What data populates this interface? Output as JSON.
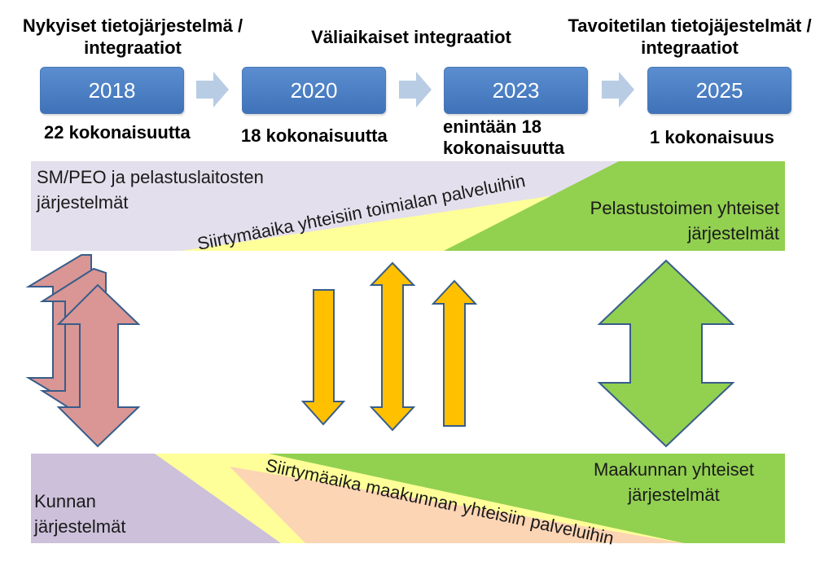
{
  "headings": {
    "current": "Nykyiset tietojärjestelmä / integraatiot",
    "interim": "Väliaikaiset integraatiot",
    "target": "Tavoitetilan tietojäjestelmät / integraatiot"
  },
  "timeline": [
    {
      "year": "2018",
      "count": "22 kokonaisuutta"
    },
    {
      "year": "2020",
      "count": "18 kokonaisuutta"
    },
    {
      "year": "2023",
      "count": "enintään 18 kokonaisuutta"
    },
    {
      "year": "2025",
      "count": "1 kokonaisuus"
    }
  ],
  "top_band": {
    "left_label": "SM/PEO ja pelastuslaitosten järjestelmät",
    "transition_label": "Siirtymäaika yhteisiin toimialan palveluihin",
    "right_label": "Pelastustoimen yhteiset järjestelmät"
  },
  "bottom_band": {
    "left_label": "Kunnan järjestelmät",
    "transition_label": "Siirtymäaika maakunnan yhteisiin palveluihin",
    "right_label": "Maakunnan yhteiset järjestelmät"
  },
  "colors": {
    "year_box": "#4f81bd",
    "step_arrow": "#b8cce4",
    "lavender": "#e4dfec",
    "purple": "#ccc0da",
    "yellow": "#ffff99",
    "green": "#92d050",
    "peach": "#fcd5b4",
    "red_arrow": "#d99694",
    "orange_arrow": "#ffc000",
    "arrow_outline": "#385d8a"
  }
}
